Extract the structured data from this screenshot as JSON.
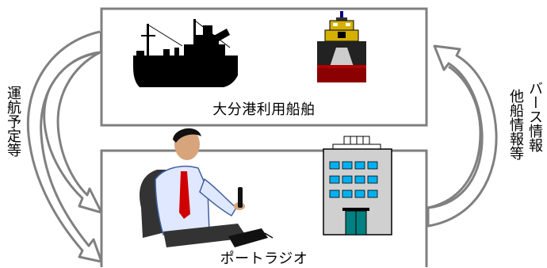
{
  "top_box": {
    "label": "大分港利用船舶"
  },
  "bottom_box": {
    "label": "ポートラジオ"
  },
  "left_arrow": {
    "label": "運航予定等"
  },
  "right_arrow": {
    "labels": [
      "バース情報",
      "他船情報等"
    ]
  },
  "colors": {
    "box_border": "#7f7f7f",
    "arrow_stroke": "#808080",
    "arrow_fill": "#ffffff",
    "text": "#000000"
  },
  "icons": {
    "top_left": "ship-icon",
    "top_right": "ship-bow-icon",
    "bottom_left": "radio-operator-icon",
    "bottom_right": "office-building-icon"
  }
}
